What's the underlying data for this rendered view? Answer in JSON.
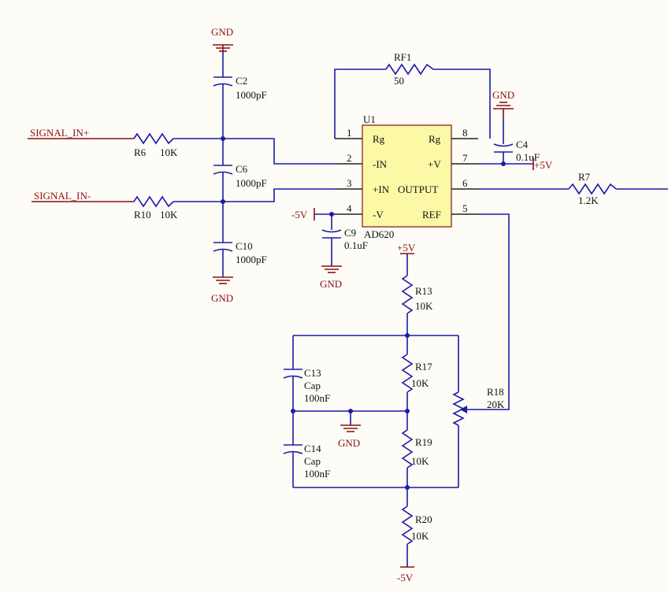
{
  "opamp": {
    "ref": "U1",
    "part": "AD620",
    "pins": {
      "p1": "1",
      "p2": "2",
      "p3": "3",
      "p4": "4",
      "p5": "5",
      "p6": "6",
      "p7": "7",
      "p8": "8"
    },
    "pin_labels": {
      "rg_left": "Rg",
      "in_neg": "-IN",
      "in_pos": "+IN",
      "v_neg": "-V",
      "rg_right": "Rg",
      "v_pos": "+V",
      "output": "OUTPUT",
      "ref": "REF"
    }
  },
  "nets": {
    "signal_in_pos": "SIGNAL_IN+",
    "signal_in_neg": "SIGNAL_IN-"
  },
  "power": {
    "gnd": "GND",
    "plus5": "+5V",
    "minus5": "-5V"
  },
  "components": {
    "RF1": {
      "ref": "RF1",
      "value": "50"
    },
    "R6": {
      "ref": "R6",
      "value": "10K"
    },
    "R10": {
      "ref": "R10",
      "value": "10K"
    },
    "R7": {
      "ref": "R7",
      "value": "1.2K"
    },
    "R13": {
      "ref": "R13",
      "value": "10K"
    },
    "R17": {
      "ref": "R17",
      "value": "10K"
    },
    "R19": {
      "ref": "R19",
      "value": "10K"
    },
    "R20": {
      "ref": "R20",
      "value": "10K"
    },
    "R18": {
      "ref": "R18",
      "value": "20K"
    },
    "C2": {
      "ref": "C2",
      "value": "1000pF"
    },
    "C6": {
      "ref": "C6",
      "value": "1000pF"
    },
    "C10": {
      "ref": "C10",
      "value": "1000pF"
    },
    "C4": {
      "ref": "C4",
      "value": "0.1uF"
    },
    "C9": {
      "ref": "C9",
      "value": "0.1uF"
    },
    "C13": {
      "ref": "C13",
      "type": "Cap",
      "value": "100nF"
    },
    "C14": {
      "ref": "C14",
      "type": "Cap",
      "value": "100nF"
    }
  }
}
